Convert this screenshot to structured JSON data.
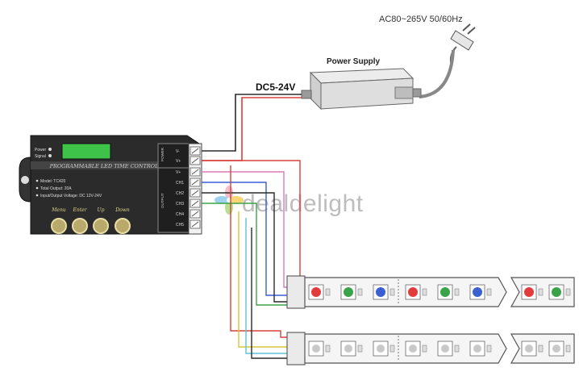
{
  "mains_label": "AC80~265V 50/60Hz",
  "power_supply_label": "Power Supply",
  "dc_label": "DC5-24V",
  "watermark": "dealdelight",
  "controller": {
    "title": "PROGRAMMABLE LED TIME CONTROLLER",
    "indicators": [
      "Power",
      "Signal"
    ],
    "info_lines": [
      "Model: TC420",
      "Total Output: 20A",
      "Input/Output Voltage: DC 12V-24V"
    ],
    "buttons": [
      "Menu",
      "Enter",
      "Up",
      "Down"
    ],
    "group_labels": [
      "POWER",
      "OUTPUT"
    ],
    "terminals": [
      "V-",
      "V+",
      "V+",
      "CH1",
      "CH2",
      "CH3",
      "CH4",
      "CH5"
    ]
  },
  "colors": {
    "wire_red": "#d8403a",
    "wire_black": "#2a2a2a",
    "wire_pink": "#dc7ab8",
    "wire_blue": "#3a5fd0",
    "wire_green": "#3aa34a",
    "wire_yellow": "#d9c63a",
    "wire_cyan": "#5ec2d8",
    "controller_body": "#2b2b2b",
    "lcd": "#3fc24a"
  }
}
